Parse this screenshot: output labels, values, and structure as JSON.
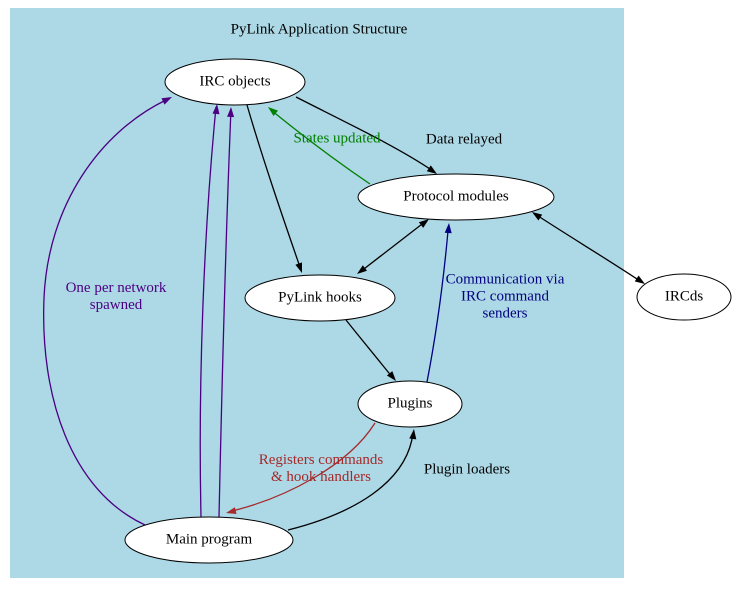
{
  "diagram": {
    "title": "PyLink Application Structure",
    "colors": {
      "background": "#ADD8E6",
      "node_fill": "#FFFFFF",
      "node_stroke": "#000000",
      "edge_black": "#000000",
      "edge_green": "#008000",
      "edge_purple": "#4B0082",
      "edge_navy": "#000080",
      "edge_brown": "#A52A2A"
    },
    "nodes": {
      "irc_objects": {
        "label": "IRC objects"
      },
      "protocol_modules": {
        "label": "Protocol modules"
      },
      "pylink_hooks": {
        "label": "PyLink hooks"
      },
      "plugins": {
        "label": "Plugins"
      },
      "main_program": {
        "label": "Main program"
      },
      "ircds": {
        "label": "IRCds"
      }
    },
    "edge_labels": {
      "data_relayed": {
        "text": "Data relayed",
        "color": "#000000"
      },
      "states_updated": {
        "text": "States updated",
        "color": "#008000"
      },
      "one_per_network": {
        "text": "One per network\nspawned",
        "color": "#4B0082"
      },
      "communication": {
        "text": "Communication via\nIRC command\nsenders",
        "color": "#000080"
      },
      "plugin_loaders": {
        "text": "Plugin loaders",
        "color": "#000000"
      },
      "registers_commands": {
        "text": "Registers commands\n& hook handlers",
        "color": "#A52A2A"
      }
    },
    "edges": [
      {
        "from": "Main program",
        "to": "IRC objects",
        "label": "One per network spawned",
        "color": "#4B0082",
        "count": 3
      },
      {
        "from": "IRC objects",
        "to": "Protocol modules",
        "label": "Data relayed",
        "color": "#000000"
      },
      {
        "from": "Protocol modules",
        "to": "IRC objects",
        "label": "States updated",
        "color": "#008000"
      },
      {
        "from": "IRC objects",
        "to": "PyLink hooks",
        "color": "#000000"
      },
      {
        "from": "Protocol modules",
        "to": "PyLink hooks",
        "color": "#000000",
        "bidirectional": true
      },
      {
        "from": "PyLink hooks",
        "to": "Plugins",
        "color": "#000000"
      },
      {
        "from": "Plugins",
        "to": "Protocol modules",
        "label": "Communication via IRC command senders",
        "color": "#000080"
      },
      {
        "from": "Protocol modules",
        "to": "IRCds",
        "color": "#000000",
        "bidirectional": true
      },
      {
        "from": "Main program",
        "to": "Plugins",
        "label": "Plugin loaders",
        "color": "#000000"
      },
      {
        "from": "Plugins",
        "to": "Main program",
        "label": "Registers commands & hook handlers",
        "color": "#A52A2A"
      }
    ]
  }
}
